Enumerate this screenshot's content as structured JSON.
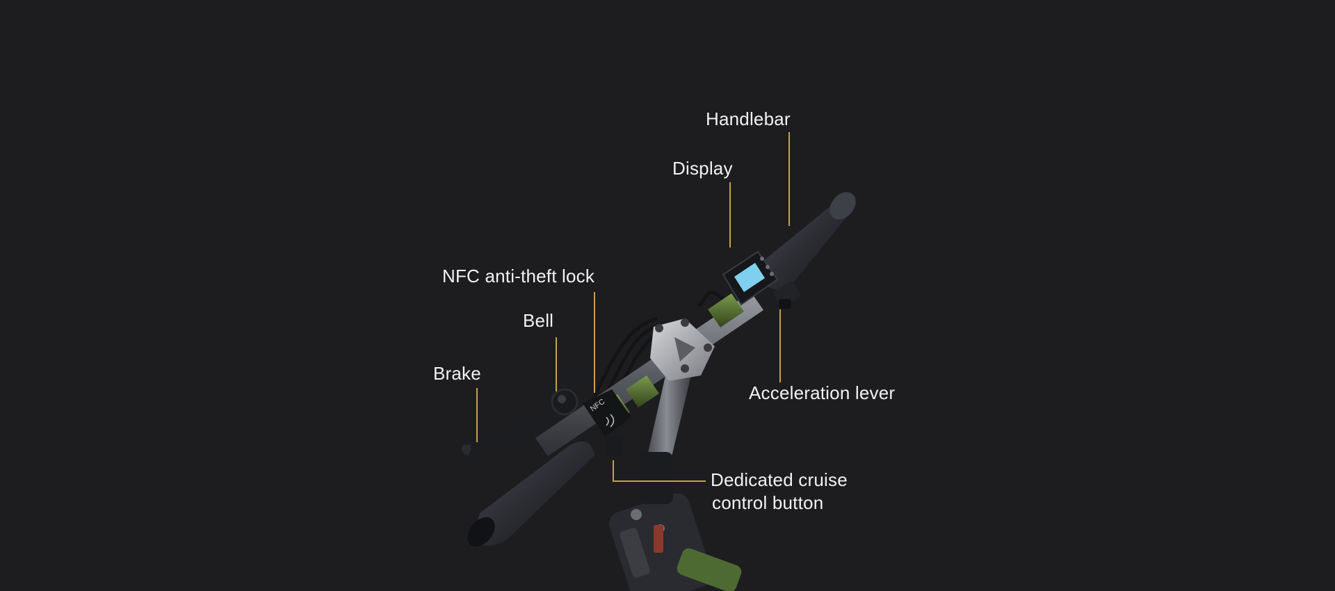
{
  "diagram": {
    "labels": {
      "handlebar": "Handlebar",
      "display": "Display",
      "nfc_lock": "NFC anti-theft lock",
      "bell": "Bell",
      "brake": "Brake",
      "acceleration_lever": "Acceleration lever",
      "cruise_line1": "Dedicated cruise",
      "cruise_line2": "control button"
    },
    "nfc_mark": "NFC",
    "colors": {
      "background": "#1d1d1f",
      "leader_line": "#c9a14a",
      "grip_band": "#5b7a3a",
      "display_screen": "#7fd0ee"
    }
  }
}
